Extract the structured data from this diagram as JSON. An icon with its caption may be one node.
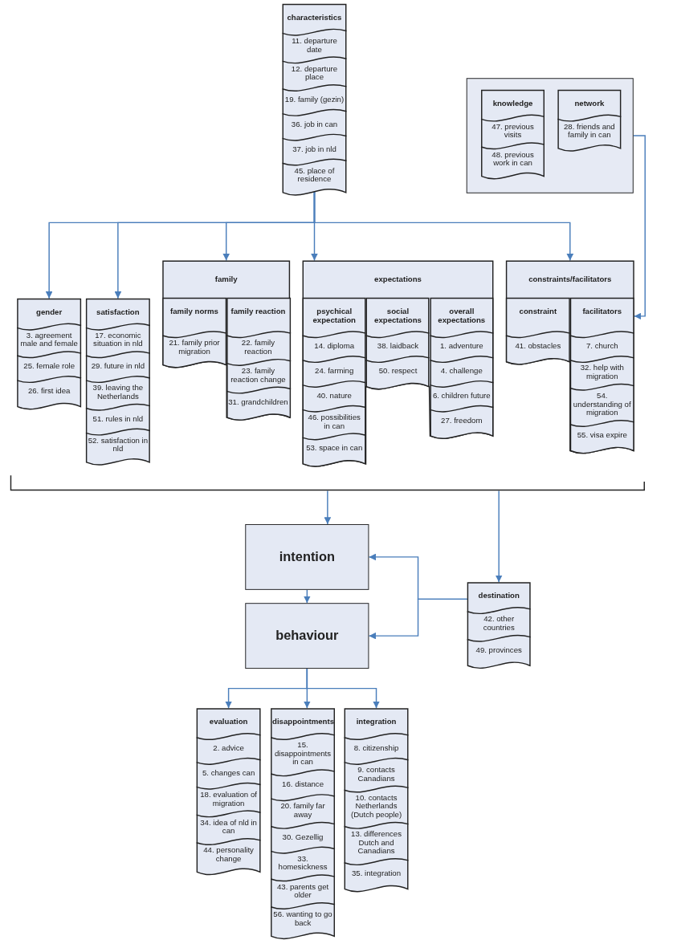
{
  "diagram": {
    "nodes": [
      {
        "text": [
          "characteristics"
        ]
      },
      {
        "text": [
          "11. departure date"
        ],
        "in": 0
      },
      {
        "text": [
          "12. departure place"
        ],
        "in": 0
      },
      {
        "text": [
          "19. family (gezin)"
        ],
        "in": 0
      },
      {
        "text": [
          "36. job in can"
        ],
        "in": 0
      },
      {
        "text": [
          "37. job in nld"
        ],
        "in": 0
      },
      {
        "text": [
          "45. place of residence"
        ],
        "in": 0
      },
      {
        "text": [],
        "shape": "box"
      },
      {
        "text": [
          "knowledge"
        ],
        "in": 7
      },
      {
        "text": [
          "47. previous visits"
        ],
        "in": 8
      },
      {
        "text": [
          "48. previous work in can"
        ],
        "in": 8
      },
      {
        "text": [
          "network"
        ],
        "in": 7
      },
      {
        "text": [
          "28. friends and family in can"
        ],
        "in": 11
      },
      {
        "text": [
          "gender"
        ]
      },
      {
        "text": [
          "3. agreement male and female"
        ],
        "in": 13
      },
      {
        "text": [
          "25. female role"
        ],
        "in": 13
      },
      {
        "text": [
          "26. first idea"
        ],
        "in": 13
      },
      {
        "text": [
          "satisfaction"
        ]
      },
      {
        "text": [
          "17. economic situation in nld"
        ],
        "in": 17
      },
      {
        "text": [
          "29. future in nld"
        ],
        "in": 17
      },
      {
        "text": [
          "39. leaving the Netherlands"
        ],
        "in": 17
      },
      {
        "text": [
          "51. rules in nld"
        ],
        "in": 17
      },
      {
        "text": [
          "52. satisfaction in nld"
        ],
        "in": 17
      },
      {
        "text": [
          "family"
        ]
      },
      {
        "text": [
          "family norms"
        ],
        "in": 23
      },
      {
        "text": [
          "21. family prior migration"
        ],
        "in": 24
      },
      {
        "text": [
          "family reaction"
        ],
        "in": 23
      },
      {
        "text": [
          "22. family reaction"
        ],
        "in": 26
      },
      {
        "text": [
          "23. family reaction change"
        ],
        "in": 26
      },
      {
        "text": [
          "31. grandchildren"
        ],
        "in": 26
      },
      {
        "text": [
          "expectations"
        ]
      },
      {
        "text": [
          "psychical expectation"
        ],
        "in": 30
      },
      {
        "text": [
          "14. diploma"
        ],
        "in": 31
      },
      {
        "text": [
          "24. farming"
        ],
        "in": 31
      },
      {
        "text": [
          "40. nature"
        ],
        "in": 31
      },
      {
        "text": [
          "46. possibilities in can"
        ],
        "in": 31
      },
      {
        "text": [
          "53. space in can"
        ],
        "in": 31
      },
      {
        "text": [
          "social expectations"
        ],
        "in": 30
      },
      {
        "text": [
          "38. laidback"
        ],
        "in": 37
      },
      {
        "text": [
          "50. respect"
        ],
        "in": 37
      },
      {
        "text": [
          "overall expectations"
        ],
        "in": 30
      },
      {
        "text": [
          "1. adventure"
        ],
        "in": 40
      },
      {
        "text": [
          "4. challenge"
        ],
        "in": 40
      },
      {
        "text": [
          "6. children future"
        ],
        "in": 40
      },
      {
        "text": [
          "27. freedom"
        ],
        "in": 40
      },
      {
        "text": [
          "constraints/facilitators"
        ]
      },
      {
        "text": [
          "constraint"
        ],
        "in": 45
      },
      {
        "text": [
          "41. obstacles"
        ],
        "in": 46
      },
      {
        "text": [
          "facilitators"
        ],
        "in": 45
      },
      {
        "text": [
          "7. church"
        ],
        "in": 48
      },
      {
        "text": [
          "32. help with migration"
        ],
        "in": 48
      },
      {
        "text": [
          "54. understanding of migration"
        ],
        "in": 48
      },
      {
        "text": [
          "55. visa expire"
        ],
        "in": 48
      },
      {
        "text": [],
        "shape": "bracket"
      },
      {
        "text": [
          "intention"
        ]
      },
      {
        "text": [
          "behaviour"
        ]
      },
      {
        "text": [
          "destination"
        ]
      },
      {
        "text": [
          "42. other countries"
        ],
        "in": 56
      },
      {
        "text": [
          "49. provinces"
        ],
        "in": 56
      },
      {
        "text": [
          "evaluation"
        ]
      },
      {
        "text": [
          "2. advice"
        ],
        "in": 59
      },
      {
        "text": [
          "5. changes can"
        ],
        "in": 59
      },
      {
        "text": [
          "18. evaluation of migration"
        ],
        "in": 59
      },
      {
        "text": [
          "34. idea of nld in can"
        ],
        "in": 59
      },
      {
        "text": [
          "44. personality change"
        ],
        "in": 59
      },
      {
        "text": [
          "disappointments"
        ]
      },
      {
        "text": [
          "15. disappointments in can"
        ],
        "in": 65
      },
      {
        "text": [
          "16. distance"
        ],
        "in": 65
      },
      {
        "text": [
          "20. family far away"
        ],
        "in": 65
      },
      {
        "text": [
          "30. Gezellig"
        ],
        "in": 65
      },
      {
        "text": [
          "33. homesickness"
        ],
        "in": 65
      },
      {
        "text": [
          "43. parents get older"
        ],
        "in": 65
      },
      {
        "text": [
          "56. wanting to go back"
        ],
        "in": 65
      },
      {
        "text": [
          "integration"
        ]
      },
      {
        "text": [
          "8. citizenship"
        ],
        "in": 73
      },
      {
        "text": [
          "9. contacts Canadians"
        ],
        "in": 73
      },
      {
        "text": [
          "10. contacts Netherlands (Dutch people)"
        ],
        "in": 73
      },
      {
        "text": [
          "13. differences Dutch and Canadians"
        ],
        "in": 73
      },
      {
        "text": [
          "35. integration"
        ],
        "in": 73
      }
    ],
    "edges": [
      {
        "from": 0,
        "to": 13,
        "arrow": "to"
      },
      {
        "from": 0,
        "to": 17,
        "arrow": "to"
      },
      {
        "from": 0,
        "to": 23,
        "arrow": "to"
      },
      {
        "from": 0,
        "to": 30,
        "arrow": "to"
      },
      {
        "from": 0,
        "to": 45,
        "arrow": "to"
      },
      {
        "from": 7,
        "to": 48,
        "arrow": "to"
      },
      {
        "from": 53,
        "to": 54,
        "arrow": "to"
      },
      {
        "from": 53,
        "to": 56,
        "arrow": "to"
      },
      {
        "from": 56,
        "to": 54,
        "arrow": "to"
      },
      {
        "from": 56,
        "to": 55,
        "arrow": "to"
      },
      {
        "from": 54,
        "to": 55,
        "arrow": "to"
      },
      {
        "from": 55,
        "to": 59,
        "arrow": "to"
      },
      {
        "from": 55,
        "to": 65,
        "arrow": "to"
      },
      {
        "from": 55,
        "to": 73,
        "arrow": "to"
      }
    ]
  }
}
